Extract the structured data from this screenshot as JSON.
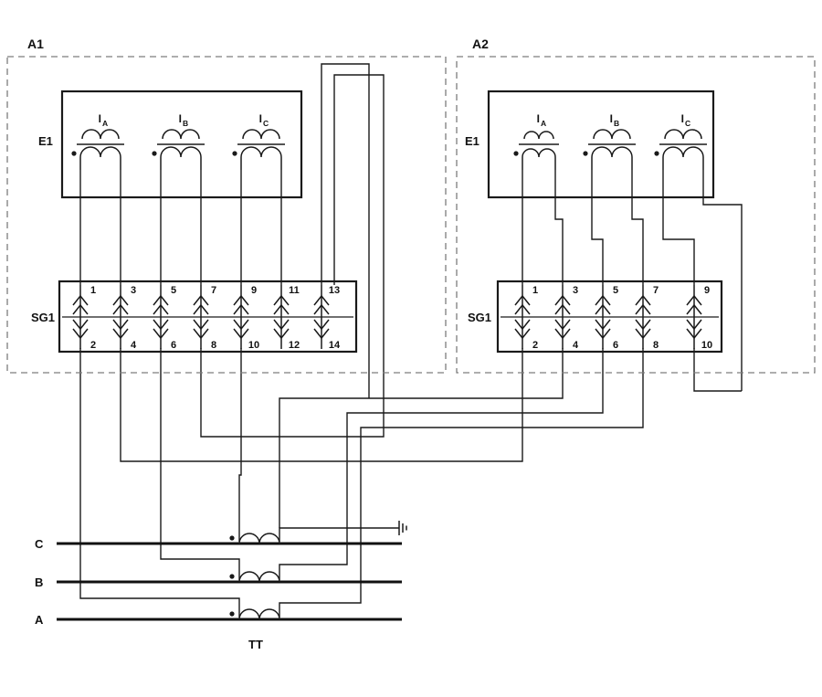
{
  "blocks": {
    "a1": {
      "label": "A1",
      "e1": {
        "label": "E1"
      },
      "transformers": [
        {
          "sym": "I",
          "sub": "A"
        },
        {
          "sym": "I",
          "sub": "B"
        },
        {
          "sym": "I",
          "sub": "C"
        }
      ],
      "sg1": {
        "label": "SG1",
        "top": [
          "1",
          "3",
          "5",
          "7",
          "9",
          "11",
          "13"
        ],
        "bottom": [
          "2",
          "4",
          "6",
          "8",
          "10",
          "12",
          "14"
        ]
      }
    },
    "a2": {
      "label": "A2",
      "e1": {
        "label": "E1"
      },
      "transformers": [
        {
          "sym": "I",
          "sub": "A"
        },
        {
          "sym": "I",
          "sub": "B"
        },
        {
          "sym": "I",
          "sub": "C"
        }
      ],
      "sg1": {
        "label": "SG1",
        "top": [
          "1",
          "3",
          "5",
          "7",
          "9"
        ],
        "bottom": [
          "2",
          "4",
          "6",
          "8",
          "10"
        ]
      }
    }
  },
  "buses": {
    "c": "C",
    "b": "B",
    "a": "A"
  },
  "tt": "TT",
  "colors": {
    "line": "#1a1a1a",
    "dashed": "#7d7d7d"
  }
}
